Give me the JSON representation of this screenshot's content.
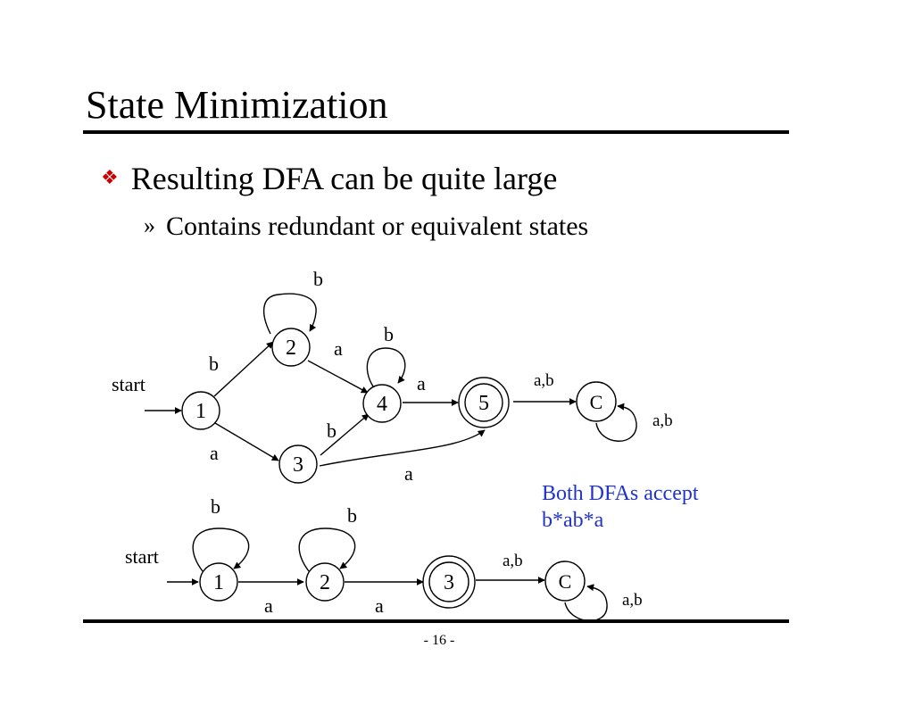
{
  "slide": {
    "title": "State Minimization",
    "bullet": "Resulting DFA can be quite large",
    "sub_bullet": "Contains redundant or equivalent states",
    "note_line1": "Both DFAs accept",
    "note_line2": "b*ab*a",
    "page_number": "- 16 -",
    "bullet_marker": "❖",
    "sub_bullet_marker": "»"
  },
  "dfa_large": {
    "start_label": "start",
    "states": {
      "s1": "1",
      "s2": "2",
      "s3": "3",
      "s4": "4",
      "s5": "5",
      "c": "C"
    },
    "accepting": [
      "5"
    ],
    "edges": {
      "e1_2": "b",
      "e1_3": "a",
      "loop2": "b",
      "e2_4": "a",
      "loop4": "b",
      "e3_4": "b",
      "e3_5": "a",
      "e4_5": "a",
      "e5_c": "a,b",
      "loopc": "a,b"
    }
  },
  "dfa_min": {
    "start_label": "start",
    "states": {
      "s1": "1",
      "s2": "2",
      "s3": "3",
      "c": "C"
    },
    "accepting": [
      "3"
    ],
    "edges": {
      "loop1": "b",
      "e1_2": "a",
      "loop2": "b",
      "e2_3": "a",
      "e3_c": "a,b",
      "loopc": "a,b"
    }
  }
}
